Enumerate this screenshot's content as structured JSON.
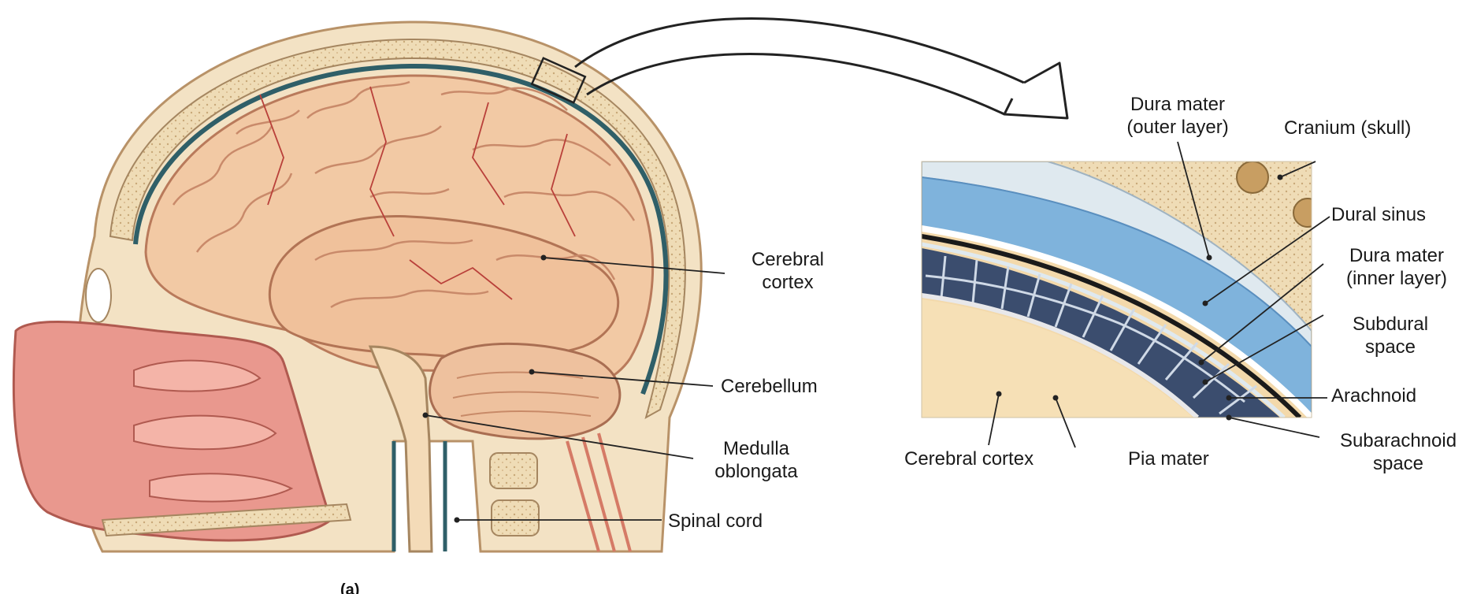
{
  "brain_labels": {
    "cerebral_cortex": "Cerebral\ncortex",
    "cerebellum": "Cerebellum",
    "medulla_oblongata": "Medulla\noblongata",
    "spinal_cord": "Spinal cord"
  },
  "meninges_labels": {
    "dura_outer": "Dura mater\n(outer layer)",
    "cranium": "Cranium (skull)",
    "dural_sinus": "Dural sinus",
    "dura_inner": "Dura mater\n(inner layer)",
    "subdural": "Subdural\nspace",
    "arachnoid": "Arachnoid",
    "subarachnoid": "Subarachnoid\nspace",
    "pia_mater": "Pia mater",
    "cortex_detail": "Cerebral cortex"
  },
  "panel_letter": "(a)",
  "colors": {
    "brain": "#f2c9a4",
    "brain_shadow": "#d9987a",
    "vessel": "#b9403a",
    "skull": "#efdcb6",
    "dura": "#5a8fbf",
    "blue_layer": "#7fb3dc",
    "dark_cell": "#3b4d6e",
    "nasal": "#e9988e"
  }
}
